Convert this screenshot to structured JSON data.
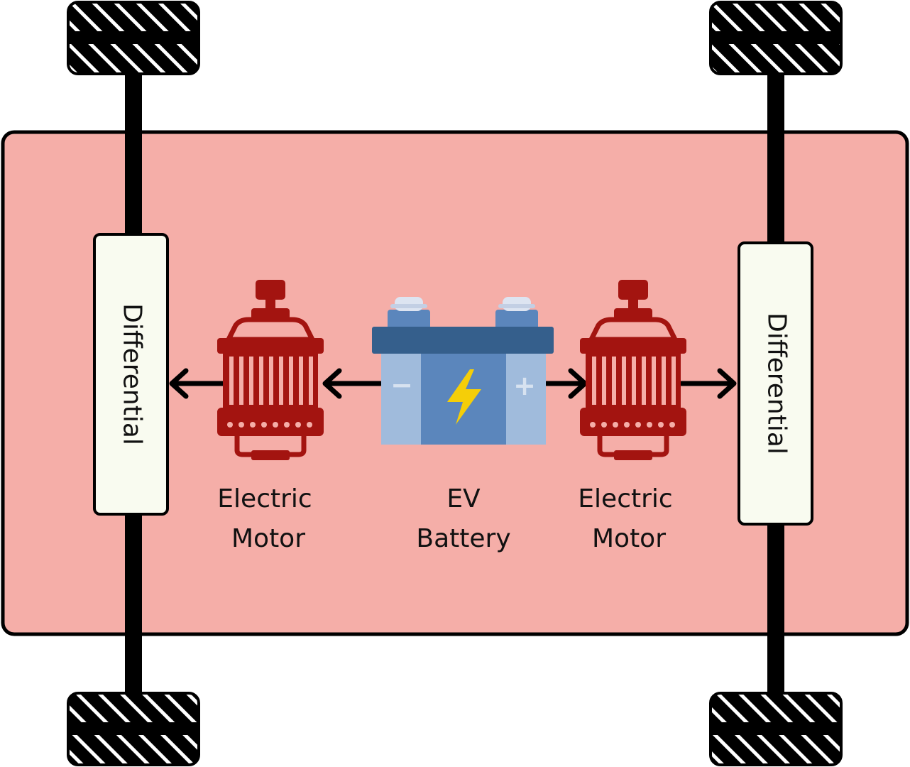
{
  "colors": {
    "chassis_fill": "#f5aea8",
    "outline": "#000000",
    "differential_fill": "#f9fbf0",
    "motor": "#a31410",
    "battery_lid": "#355f8c",
    "battery_body": "#5b86bc",
    "battery_side": "#a0bbdc",
    "battery_terminal_cap": "#dde4f1",
    "bolt": "#f5ce08"
  },
  "differentials": {
    "left": {
      "label": "Differential"
    },
    "right": {
      "label": "Differential"
    }
  },
  "motors": {
    "left": {
      "line1": "Electric",
      "line2": "Motor"
    },
    "right": {
      "line1": "Electric",
      "line2": "Motor"
    }
  },
  "battery": {
    "line1": "EV",
    "line2": "Battery",
    "negative_symbol": "−",
    "positive_symbol": "+"
  }
}
